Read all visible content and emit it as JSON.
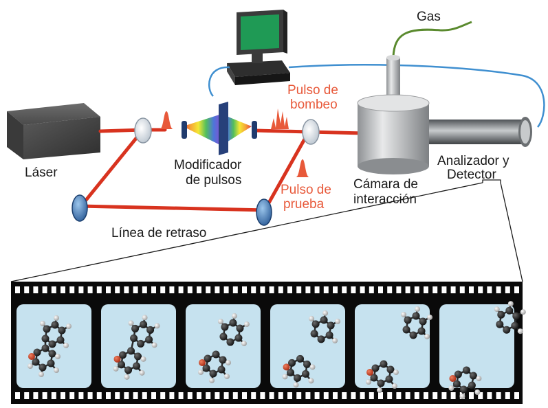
{
  "labels": {
    "laser": "Láser",
    "modifier_line1": "Modificador",
    "modifier_line2": "de pulsos",
    "pump_line1": "Pulso de",
    "pump_line2": "bombeo",
    "probe_line1": "Pulso de",
    "probe_line2": "prueba",
    "delay_line": "Línea de retraso",
    "chamber_line1": "Cámara de",
    "chamber_line2": "interacción",
    "analyzer_line1": "Analizador y",
    "analyzer_line2": "Detector",
    "gas": "Gas"
  },
  "colors": {
    "laser_beam": "#d8331f",
    "pulse_labels": "#e8593a",
    "cable": "#3f8fd0",
    "gas_tube": "#5a8a2e",
    "film_strip": "#0a0a0a",
    "film_frame": "#c6e2ef",
    "monitor_screen": "#1f9a55"
  },
  "icons": [
    "laser-box-icon",
    "computer-icon",
    "mirror-icon",
    "prism-icon",
    "beam-splitter-icon",
    "interaction-chamber-icon",
    "detector-tube-icon",
    "molecule-icon"
  ],
  "film": {
    "frame_count": 6,
    "description_of_frames": [
      "molecule-intact",
      "molecule-stretching",
      "molecule-stretching-more",
      "molecule-breaking",
      "fragments-separating",
      "fragments-separated"
    ]
  }
}
